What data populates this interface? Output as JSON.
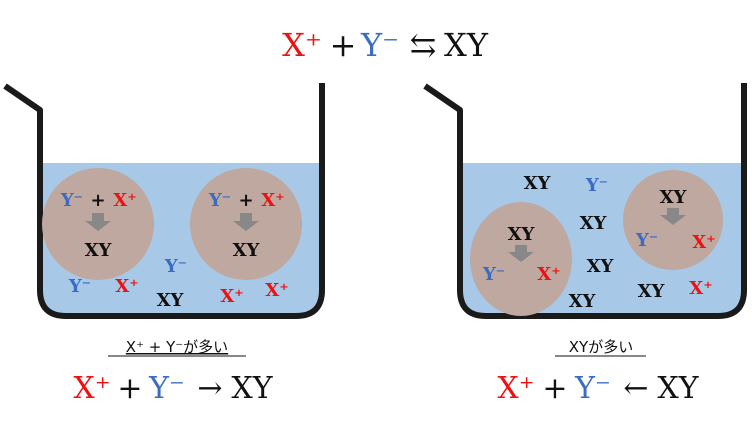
{
  "colors": {
    "x_ion": "#ee1111",
    "y_ion": "#3a6cc4",
    "product": "#111111",
    "water": "#a8c8e8",
    "circle": "#bfa8a0",
    "arrow": "#888888",
    "beaker": "#1a1a1a"
  },
  "top_equation": {
    "x_ion": "X⁺",
    "plus": "+",
    "y_ion": "Y⁻",
    "arrow": "⇆",
    "product": "XY"
  },
  "left_beaker": {
    "caption": "X⁺ + Y⁻が多い",
    "equation": {
      "x_ion": "X⁺",
      "plus": "+",
      "y_ion": "Y⁻",
      "arrow": "→",
      "product": "XY"
    },
    "circle1": {
      "y_ion": "Y⁻",
      "plus": "+",
      "x_ion": "X⁺",
      "product": "XY"
    },
    "circle2": {
      "y_ion": "Y⁻",
      "plus": "+",
      "x_ion": "X⁺",
      "product": "XY"
    },
    "free": {
      "y1": "Y⁻",
      "x1": "X⁺",
      "y2": "Y⁻",
      "xy1": "XY",
      "x2": "X⁺",
      "x3": "X⁺"
    }
  },
  "right_beaker": {
    "caption": "XYが多い",
    "equation": {
      "x_ion": "X⁺",
      "plus": "+",
      "y_ion": "Y⁻",
      "arrow": "←",
      "product": "XY"
    },
    "circle1": {
      "product": "XY",
      "y_ion": "Y⁻",
      "x_ion": "X⁺"
    },
    "circle2": {
      "product": "XY",
      "y_ion": "Y⁻",
      "x_ion": "X⁺"
    },
    "free": {
      "xy1": "XY",
      "y1": "Y⁻",
      "xy2": "XY",
      "xy3": "XY",
      "xy4": "XY",
      "xy5": "XY",
      "x1": "X⁺"
    }
  }
}
